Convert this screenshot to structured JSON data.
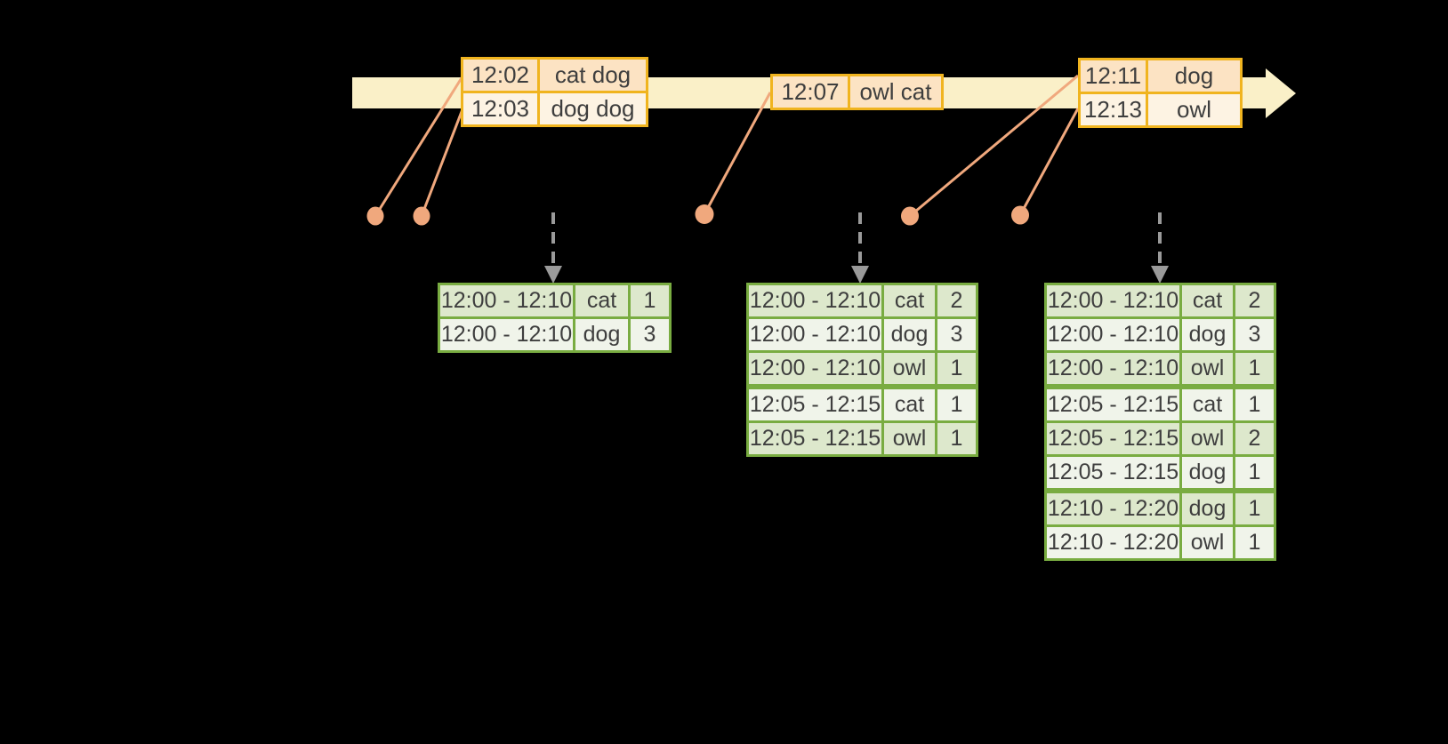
{
  "diagram": {
    "background": "#000000",
    "palette": {
      "timeline_fill": "#FAF0C8",
      "event_table_border": "#F0B41F",
      "event_row_dark": "#FCE3C3",
      "event_row_light": "#FDF3E3",
      "event_marker": "#F0A87D",
      "trigger_arrow": "#9A9A9A",
      "result_table_border": "#79AC41",
      "result_row_dark": "#DDE8CC",
      "result_row_light": "#F0F4EA",
      "table_text": "#3E3E3E"
    },
    "icons": {
      "timeline_arrowhead": "right-arrowhead",
      "trigger_arrow": "dashed-down-arrow",
      "event_marker": "dot"
    },
    "event_tables": [
      {
        "rows": [
          {
            "time": "12:02",
            "words": "cat dog"
          },
          {
            "time": "12:03",
            "words": "dog dog"
          }
        ]
      },
      {
        "rows": [
          {
            "time": "12:07",
            "words": "owl cat"
          }
        ]
      },
      {
        "rows": [
          {
            "time": "12:11",
            "words": "dog"
          },
          {
            "time": "12:13",
            "words": "owl"
          }
        ]
      }
    ],
    "result_tables": [
      {
        "rows": [
          {
            "window": "12:00 - 12:10",
            "word": "cat",
            "count": "1",
            "shade": "dark",
            "group_start": false
          },
          {
            "window": "12:00 - 12:10",
            "word": "dog",
            "count": "3",
            "shade": "light",
            "group_start": false
          }
        ]
      },
      {
        "rows": [
          {
            "window": "12:00 - 12:10",
            "word": "cat",
            "count": "2",
            "shade": "dark",
            "group_start": false
          },
          {
            "window": "12:00 - 12:10",
            "word": "dog",
            "count": "3",
            "shade": "light",
            "group_start": false
          },
          {
            "window": "12:00 - 12:10",
            "word": "owl",
            "count": "1",
            "shade": "dark",
            "group_start": false
          },
          {
            "window": "12:05 - 12:15",
            "word": "cat",
            "count": "1",
            "shade": "light",
            "group_start": true
          },
          {
            "window": "12:05 - 12:15",
            "word": "owl",
            "count": "1",
            "shade": "dark",
            "group_start": false
          }
        ]
      },
      {
        "rows": [
          {
            "window": "12:00 - 12:10",
            "word": "cat",
            "count": "2",
            "shade": "dark",
            "group_start": false
          },
          {
            "window": "12:00 - 12:10",
            "word": "dog",
            "count": "3",
            "shade": "light",
            "group_start": false
          },
          {
            "window": "12:00 - 12:10",
            "word": "owl",
            "count": "1",
            "shade": "dark",
            "group_start": false
          },
          {
            "window": "12:05 - 12:15",
            "word": "cat",
            "count": "1",
            "shade": "light",
            "group_start": true
          },
          {
            "window": "12:05 - 12:15",
            "word": "owl",
            "count": "2",
            "shade": "dark",
            "group_start": false
          },
          {
            "window": "12:05 - 12:15",
            "word": "dog",
            "count": "1",
            "shade": "light",
            "group_start": false
          },
          {
            "window": "12:10 - 12:20",
            "word": "dog",
            "count": "1",
            "shade": "dark",
            "group_start": true
          },
          {
            "window": "12:10 - 12:20",
            "word": "owl",
            "count": "1",
            "shade": "light",
            "group_start": false
          }
        ]
      }
    ]
  }
}
